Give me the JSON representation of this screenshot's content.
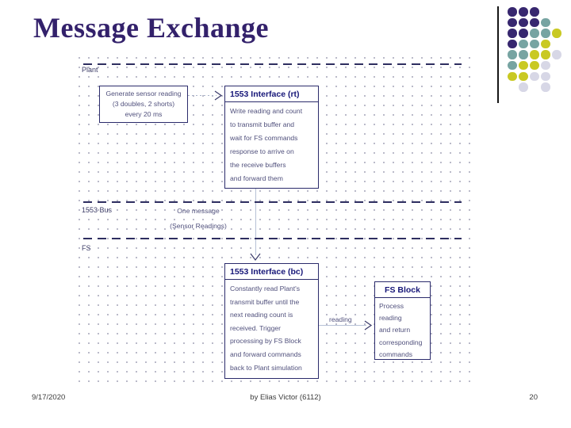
{
  "slide": {
    "title": "Message Exchange",
    "footer": {
      "date": "9/17/2020",
      "author": "by Elias Victor (6112)",
      "page": "20"
    }
  },
  "diagram": {
    "lane_plant_label": "Plant",
    "lane_bus_label": "1553 Bus",
    "lane_fs_label": "FS",
    "plant_box": {
      "lines": [
        "Generate sensor reading",
        "(3 doubles, 2 shorts)",
        "every 20 ms"
      ]
    },
    "rt_box": {
      "title": "1553 Interface (rt)",
      "lines": [
        "Write reading and count",
        "to transmit buffer and",
        "wait for FS commands",
        "response to arrive on",
        "the receive buffers",
        "and forward them"
      ]
    },
    "bus_note": {
      "lines": [
        "One message",
        "(Sensor Readings)"
      ]
    },
    "bc_box": {
      "title": "1553 Interface (bc)",
      "lines": [
        "Constantly read Plant's",
        "transmit buffer until the",
        "next reading count is",
        "received.  Trigger",
        "processing by FS Block",
        "and forward commands",
        "back to Plant simulation"
      ]
    },
    "fs_box": {
      "title": "FS Block",
      "lines": [
        "Process",
        "reading",
        "and return",
        "corresponding",
        "commands"
      ]
    },
    "reading_arrow_label": "reading"
  },
  "decoration": {
    "colors": {
      "purple": "#37276f",
      "teal": "#77a4a2",
      "yellow": "#c9c923",
      "gray": "#d7d7e6"
    },
    "dot_grid": [
      [
        "purple",
        "purple",
        "purple",
        "",
        ""
      ],
      [
        "purple",
        "purple",
        "purple",
        "teal",
        ""
      ],
      [
        "purple",
        "purple",
        "teal",
        "teal",
        "yellow"
      ],
      [
        "purple",
        "teal",
        "teal",
        "yellow",
        ""
      ],
      [
        "teal",
        "teal",
        "yellow",
        "yellow",
        "gray"
      ],
      [
        "teal",
        "yellow",
        "yellow",
        "gray",
        ""
      ],
      [
        "yellow",
        "yellow",
        "gray",
        "gray",
        ""
      ],
      [
        "",
        "gray",
        "",
        "gray",
        ""
      ]
    ]
  }
}
